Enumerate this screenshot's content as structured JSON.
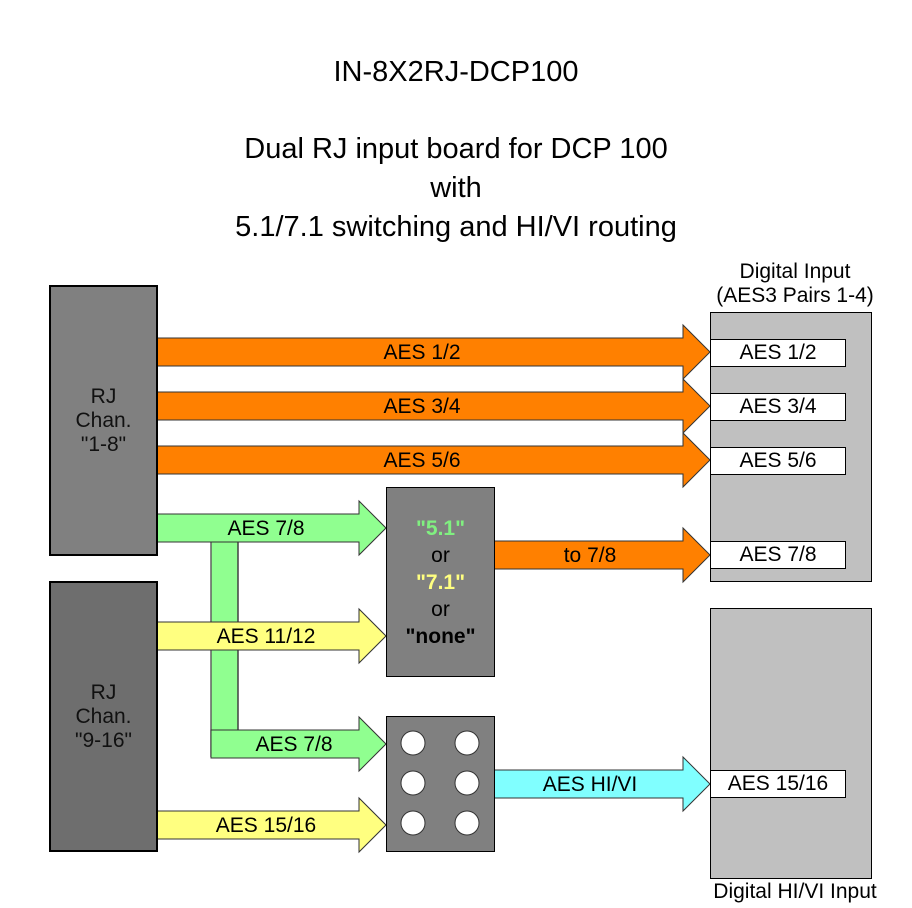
{
  "title": {
    "line1": "IN-8X2RJ-DCP100",
    "line2": "Dual RJ input board for DCP 100",
    "line3": "with",
    "line4": "5.1/7.1 switching and HI/VI routing"
  },
  "colors": {
    "orange": "#ff8000",
    "green": "#90ff90",
    "yellow": "#ffff80",
    "cyan": "#80ffff",
    "rj1": "#808080",
    "rj2": "#6e6e6e",
    "digital": "#c0c0c0"
  },
  "rj_blocks": [
    {
      "lines": [
        "RJ",
        "Chan.",
        "\"1-8\""
      ]
    },
    {
      "lines": [
        "RJ",
        "Chan.",
        "\"9-16\""
      ]
    }
  ],
  "digital_input": {
    "caption_line1": "Digital Input",
    "caption_line2": "(AES3 Pairs 1-4)",
    "slots": [
      "AES 1/2",
      "AES 3/4",
      "AES 5/6",
      "AES 7/8"
    ]
  },
  "hivi_input": {
    "caption": "Digital HI/VI Input",
    "slots": [
      "AES 15/16"
    ]
  },
  "selector": {
    "option1": "\"5.1\"",
    "or1": "or",
    "option2": "\"7.1\"",
    "or2": "or",
    "option3": "\"none\""
  },
  "matrix": {
    "rows": 3,
    "cols": 2
  },
  "arrows": [
    {
      "id": "aes12",
      "label": "AES 1/2",
      "color": "orange"
    },
    {
      "id": "aes34",
      "label": "AES 3/4",
      "color": "orange"
    },
    {
      "id": "aes56",
      "label": "AES 5/6",
      "color": "orange"
    },
    {
      "id": "aes78-top",
      "label": "AES 7/8",
      "color": "green"
    },
    {
      "id": "to78",
      "label": "to 7/8",
      "color": "orange"
    },
    {
      "id": "aes1112",
      "label": "AES 11/12",
      "color": "yellow"
    },
    {
      "id": "aes78-bottom",
      "label": "AES 7/8",
      "color": "green"
    },
    {
      "id": "hivi",
      "label": "AES HI/VI",
      "color": "cyan"
    },
    {
      "id": "aes1516",
      "label": "AES 15/16",
      "color": "yellow"
    }
  ]
}
